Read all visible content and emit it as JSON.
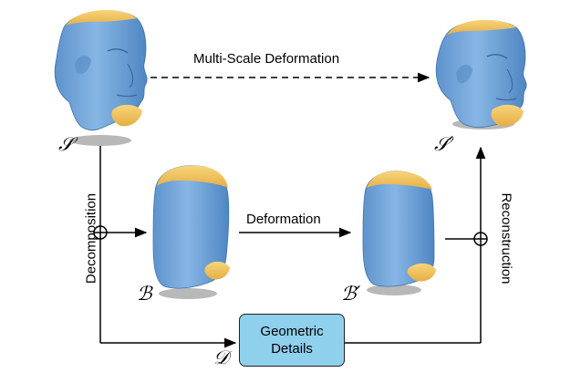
{
  "labels": {
    "multi_scale": "Multi-Scale Deformation",
    "deformation": "Deformation",
    "decomposition": "Decomposition",
    "reconstruction": "Reconstruction"
  },
  "symbols": {
    "S": "𝒮",
    "S_prime": "𝒮′",
    "B": "ℬ",
    "B_prime": "ℬ′",
    "D": "𝒟"
  },
  "box": {
    "line1": "Geometric",
    "line2": "Details"
  },
  "colors": {
    "mesh_blue": "#6fa2d6",
    "mesh_blue_dark": "#4a7fbb",
    "mesh_yellow": "#f1c25d",
    "box_fill": "#8fd0ec"
  },
  "icons": {
    "source_head": "head-mesh-icon",
    "deformed_head": "head-mesh-icon",
    "base_shape": "base-mesh-icon",
    "deformed_base": "base-mesh-icon"
  }
}
